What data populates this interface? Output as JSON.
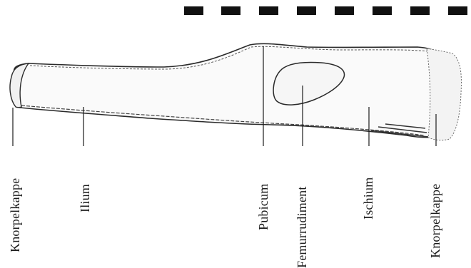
{
  "labels": {
    "knorpelkappe_left": "Knorpelkappe",
    "ilium": "Ilium",
    "pubicum": "Pubicum",
    "femurrudiment": "Femurrudiment",
    "ischium": "Ischium",
    "knorpelkappe_right": "Knorpelkappe"
  },
  "scale_bar": {
    "segments": 8,
    "color": "#111111"
  }
}
